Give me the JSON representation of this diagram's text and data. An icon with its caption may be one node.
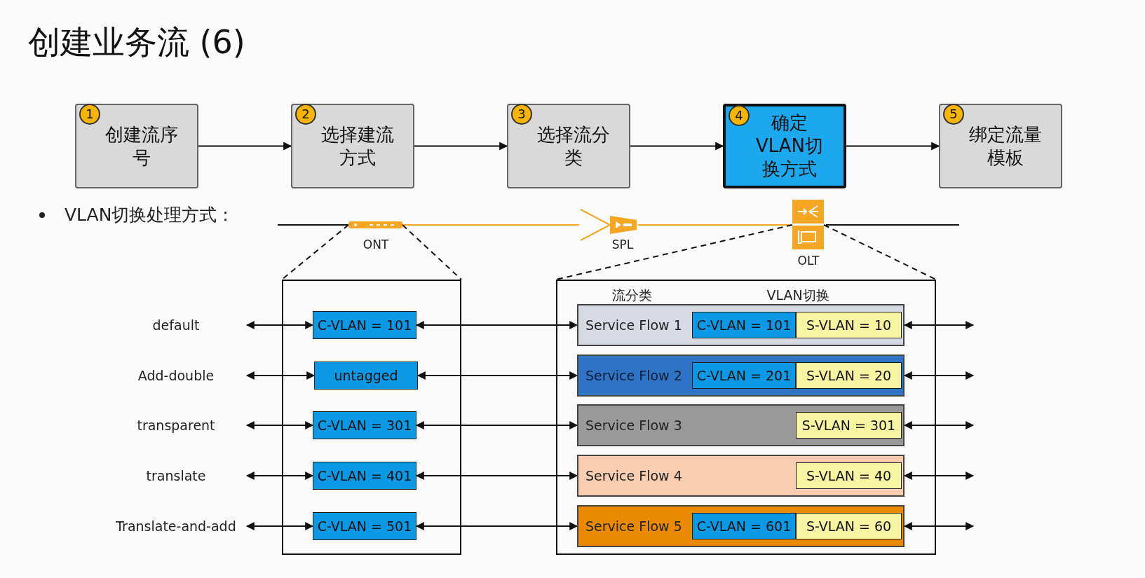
{
  "diagram": {
    "title": "创建业务流 (6)",
    "nodes": [
      {
        "text": [
          "1",
          "创建流序号"
        ]
      },
      {
        "text": [
          "2",
          "选择建流方式"
        ]
      },
      {
        "text": [
          "3",
          "选择流分类"
        ]
      },
      {
        "text": [
          "4",
          "确定VLAN切换方式"
        ]
      },
      {
        "text": [
          "5",
          "绑定流量模板"
        ]
      },
      {
        "text": [
          "ONT"
        ]
      },
      {
        "text": [
          "SPL"
        ]
      },
      {
        "text": [
          "OLT"
        ]
      },
      {
        "text": [],
        "shape": "box"
      },
      {
        "text": [
          "流分类",
          "VLAN切换"
        ]
      },
      {
        "text": [
          "default"
        ]
      },
      {
        "text": [
          "C-VLAN = 101"
        ],
        "in": 8
      },
      {
        "text": [
          "Service Flow 1"
        ],
        "in": 9
      },
      {
        "text": [
          "C-VLAN = 101"
        ],
        "in": 12
      },
      {
        "text": [
          "S-VLAN = 10"
        ],
        "in": 12
      },
      {
        "text": [
          "Add-double"
        ]
      },
      {
        "text": [
          "untagged"
        ],
        "in": 8
      },
      {
        "text": [
          "Service Flow 2"
        ],
        "in": 9
      },
      {
        "text": [
          "C-VLAN = 201"
        ],
        "in": 17
      },
      {
        "text": [
          "S-VLAN = 20"
        ],
        "in": 17
      },
      {
        "text": [
          "transparent"
        ]
      },
      {
        "text": [
          "C-VLAN = 301"
        ],
        "in": 8
      },
      {
        "text": [
          "Service Flow 3"
        ],
        "in": 9
      },
      {
        "text": [
          "S-VLAN = 301"
        ],
        "in": 22
      },
      {
        "text": [
          "translate"
        ]
      },
      {
        "text": [
          "C-VLAN = 401"
        ],
        "in": 8
      },
      {
        "text": [
          "Service Flow 4"
        ],
        "in": 9
      },
      {
        "text": [
          "S-VLAN = 40"
        ],
        "in": 26
      },
      {
        "text": [
          "Translate-and-add"
        ]
      },
      {
        "text": [
          "C-VLAN = 501"
        ],
        "in": 8
      },
      {
        "text": [
          "Service Flow 5"
        ],
        "in": 9
      },
      {
        "text": [
          "C-VLAN = 601"
        ],
        "in": 30
      },
      {
        "text": [
          "S-VLAN = 60"
        ],
        "in": 30
      }
    ],
    "edges": [
      {
        "from": 0,
        "to": 1,
        "arrow": "to"
      },
      {
        "from": 1,
        "to": 2,
        "arrow": "to"
      },
      {
        "from": 2,
        "to": 3,
        "arrow": "to"
      },
      {
        "from": 3,
        "to": 4,
        "arrow": "to"
      },
      {
        "from": null,
        "to": 5,
        "arrow": "none"
      },
      {
        "from": 5,
        "to": 6,
        "arrow": "none",
        "color": "#f5a623"
      },
      {
        "from": 6,
        "to": 7,
        "arrow": "none",
        "color": "#f5a623"
      },
      {
        "from": 7,
        "to": null,
        "arrow": "none"
      },
      {
        "from": 5,
        "to": 8,
        "arrow": "none",
        "style": "dashed"
      },
      {
        "from": 5,
        "to": 8,
        "arrow": "none",
        "style": "dashed"
      },
      {
        "from": 7,
        "to": 9,
        "arrow": "none",
        "style": "dashed"
      },
      {
        "from": 7,
        "to": 9,
        "arrow": "none",
        "style": "dashed"
      },
      {
        "from": 10,
        "to": 11,
        "arrow": "both"
      },
      {
        "from": 11,
        "to": 12,
        "arrow": "both"
      },
      {
        "from": 12,
        "to": null,
        "arrow": "both"
      },
      {
        "from": 15,
        "to": 16,
        "arrow": "both"
      },
      {
        "from": 16,
        "to": 17,
        "arrow": "both"
      },
      {
        "from": 17,
        "to": null,
        "arrow": "both"
      },
      {
        "from": 20,
        "to": 21,
        "arrow": "both"
      },
      {
        "from": 21,
        "to": 22,
        "arrow": "both"
      },
      {
        "from": 22,
        "to": null,
        "arrow": "both"
      },
      {
        "from": 24,
        "to": 25,
        "arrow": "both"
      },
      {
        "from": 25,
        "to": 26,
        "arrow": "both"
      },
      {
        "from": 26,
        "to": null,
        "arrow": "both"
      },
      {
        "from": 28,
        "to": 29,
        "arrow": "both"
      },
      {
        "from": 29,
        "to": 30,
        "arrow": "both"
      },
      {
        "from": 30,
        "to": null,
        "arrow": "both"
      }
    ],
    "labels": [
      "VLAN切换处理方式："
    ]
  }
}
